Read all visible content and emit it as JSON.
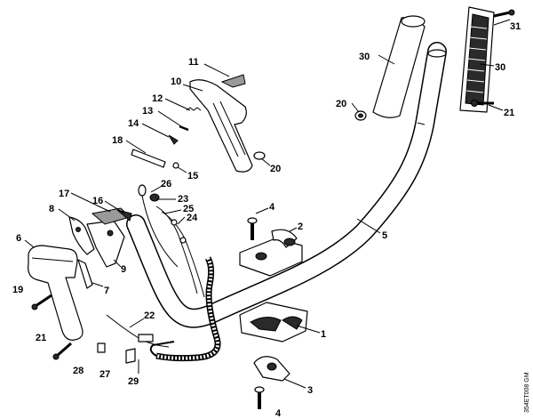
{
  "drawing_code": "354ET008 GM",
  "callouts": [
    {
      "id": "c31",
      "text": "31"
    },
    {
      "id": "c30a",
      "text": "30"
    },
    {
      "id": "c30b",
      "text": "30"
    },
    {
      "id": "c11",
      "text": "11"
    },
    {
      "id": "c10",
      "text": "10"
    },
    {
      "id": "c20a",
      "text": "20"
    },
    {
      "id": "c21a",
      "text": "21"
    },
    {
      "id": "c12",
      "text": "12"
    },
    {
      "id": "c13",
      "text": "13"
    },
    {
      "id": "c14",
      "text": "14"
    },
    {
      "id": "c18",
      "text": "18"
    },
    {
      "id": "c15",
      "text": "15"
    },
    {
      "id": "c20b",
      "text": "20"
    },
    {
      "id": "c26",
      "text": "26"
    },
    {
      "id": "c17",
      "text": "17"
    },
    {
      "id": "c16",
      "text": "16"
    },
    {
      "id": "c23",
      "text": "23"
    },
    {
      "id": "c25",
      "text": "25"
    },
    {
      "id": "c24",
      "text": "24"
    },
    {
      "id": "c8",
      "text": "8"
    },
    {
      "id": "c4a",
      "text": "4"
    },
    {
      "id": "c2",
      "text": "2"
    },
    {
      "id": "c5",
      "text": "5"
    },
    {
      "id": "c6",
      "text": "6"
    },
    {
      "id": "c9",
      "text": "9"
    },
    {
      "id": "c7",
      "text": "7"
    },
    {
      "id": "c19",
      "text": "19"
    },
    {
      "id": "c22",
      "text": "22"
    },
    {
      "id": "c1",
      "text": "1"
    },
    {
      "id": "c21b",
      "text": "21"
    },
    {
      "id": "c28",
      "text": "28"
    },
    {
      "id": "c27",
      "text": "27"
    },
    {
      "id": "c29",
      "text": "29"
    },
    {
      "id": "c3",
      "text": "3"
    },
    {
      "id": "c4b",
      "text": "4"
    }
  ]
}
